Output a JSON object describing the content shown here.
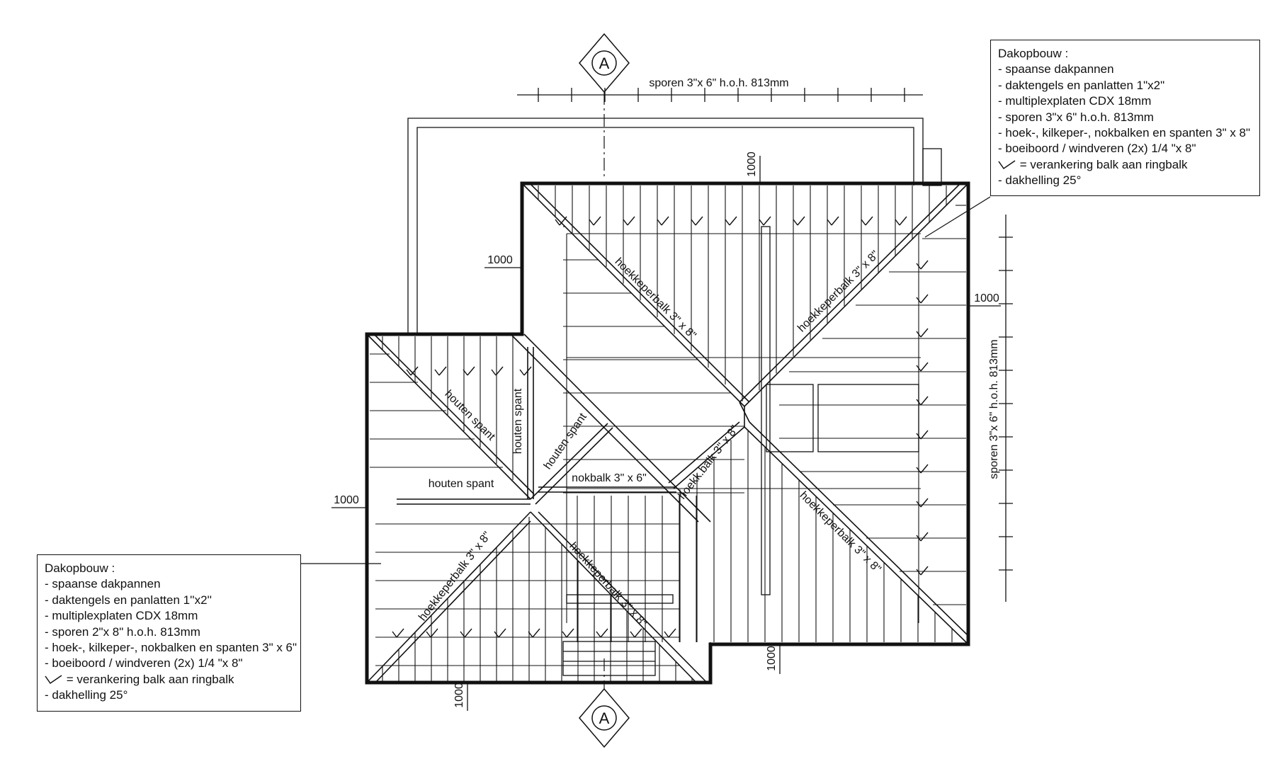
{
  "section_marker": {
    "letter": "A"
  },
  "dimensions": {
    "top_spacing": "sporen 3\"x 6\"  h.o.h. 813mm",
    "right_spacing": "sporen 3\"x 6\"  h.o.h. 813mm",
    "offset_label": "1000"
  },
  "beam_labels": {
    "hip_main_nw": "hoekkeperbalk  3\" x 8\"",
    "hip_main_ne": "hoekkeperbalk  3\" x 8\"",
    "hip_main_se": "hoekkeperbalk  3\" x 8\"",
    "hip_short": "hoekk.balk  3\" x 8\"",
    "hip_left_sw": "hoekkeperbalk  3\" x 8\"",
    "hip_left_se": "hoekkeperbalk  3\" x 8\"",
    "truss_diag": "houten spant",
    "truss_vertical": "houten spant",
    "truss_short": "houten spant",
    "truss_horizontal": "houten spant",
    "ridge": "nokbalk 3\" x 6\""
  },
  "legend_right": {
    "title": "Dakopbouw :",
    "lines": [
      "- spaanse dakpannen",
      "- daktengels en panlatten 1\"x2\"",
      "- multiplexplaten CDX 18mm",
      "- sporen 3\"x 6\" h.o.h. 813mm",
      "- hoek-, kilkeper-, nokbalken en spanten 3\" x 8\"",
      "- boeiboord / windveren  (2x) 1/4 \"x 8\""
    ],
    "anchor_text": "= verankering balk aan ringbalk",
    "slope": "- dakhelling 25°"
  },
  "legend_left": {
    "title": "Dakopbouw :",
    "lines": [
      "- spaanse dakpannen",
      "- daktengels en panlatten 1''x2''",
      "- multiplexplaten CDX 18mm",
      "- sporen 2\"x 8\" h.o.h. 813mm",
      "- hoek-, kilkeper-, nokbalken en spanten 3\" x 6\"",
      "- boeiboord / windveren  (2x) 1/4 \"x 8\""
    ],
    "anchor_text": "= verankering balk aan ringbalk",
    "slope": "- dakhelling 25°"
  }
}
